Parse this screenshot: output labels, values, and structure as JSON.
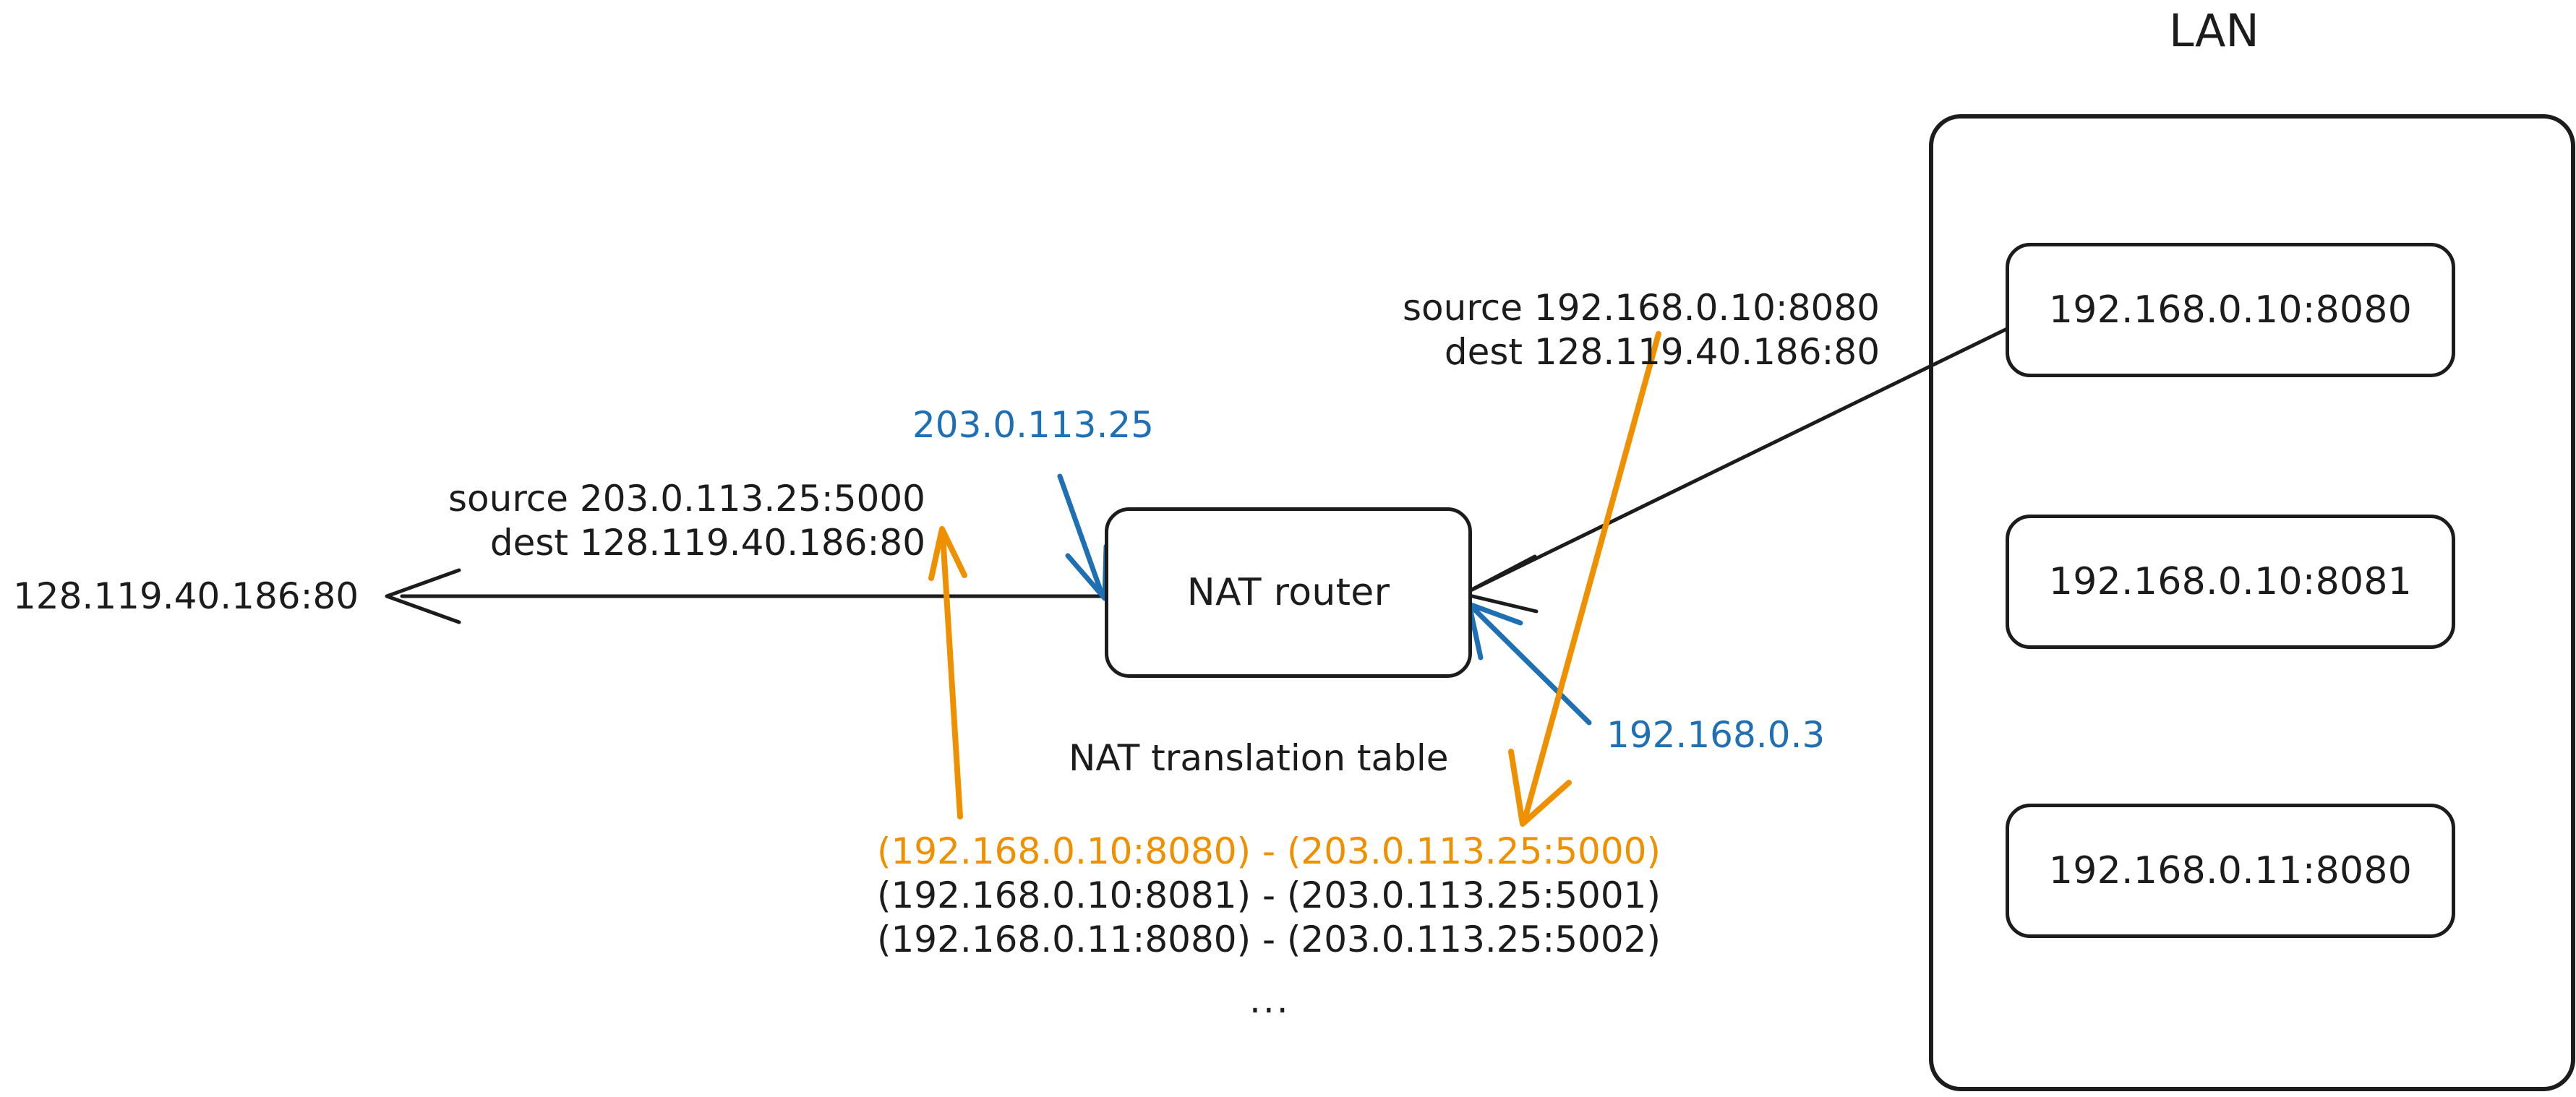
{
  "diagram": {
    "title": "NAT (Network Address Translation) packet flow",
    "colors": {
      "stroke": "#1c1c1c",
      "blue": "#1f6fb4",
      "orange": "#ef9000",
      "background": "#ffffff"
    }
  },
  "lan": {
    "title": "LAN",
    "hosts": [
      {
        "label": "192.168.0.10:8080"
      },
      {
        "label": "192.168.0.10:8081"
      },
      {
        "label": "192.168.0.11:8080"
      }
    ]
  },
  "router": {
    "label": "NAT router",
    "wan_address": "203.0.113.25",
    "lan_address": "192.168.0.3"
  },
  "endpoints": {
    "external_server": "128.119.40.186:80"
  },
  "packets": {
    "outbound_translated": {
      "source_line": "source 203.0.113.25:5000",
      "dest_line": "dest 128.119.40.186:80"
    },
    "outbound_original": {
      "source_line": "source 192.168.0.10:8080",
      "dest_line": "dest 128.119.40.186:80"
    }
  },
  "nat_table": {
    "title": "NAT translation table",
    "rows": [
      {
        "text": "(192.168.0.10:8080) - (203.0.113.25:5000)",
        "highlight": true
      },
      {
        "text": "(192.168.0.10:8081) - (203.0.113.25:5001)",
        "highlight": false
      },
      {
        "text": "(192.168.0.11:8080) - (203.0.113.25:5002)",
        "highlight": false
      }
    ],
    "ellipsis": "..."
  }
}
